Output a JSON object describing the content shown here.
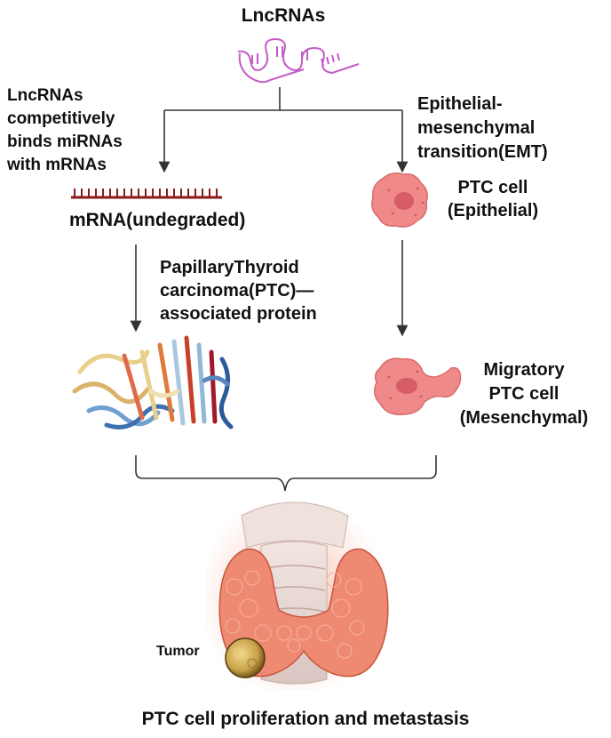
{
  "title": "LncRNAs",
  "left_branch": {
    "caption_lines": [
      "LncRNAs",
      "competitively",
      "binds miRNAs",
      "with mRNAs"
    ],
    "mrna_label": "mRNA(undegraded)",
    "protein_label_lines": [
      "PapillaryThyroid",
      "carcinoma(PTC)—",
      "associated protein"
    ]
  },
  "right_branch": {
    "emt_label_lines": [
      "Epithelial-",
      "mesenchymal",
      "transition(EMT)"
    ],
    "epithelial_label_lines": [
      "PTC cell",
      "(Epithelial)"
    ],
    "migratory_label_lines": [
      "Migratory",
      "PTC cell",
      "(Mesenchymal)"
    ]
  },
  "tumor_label": "Tumor",
  "outcome": "PTC cell proliferation and metastasis",
  "colors": {
    "lncrna": "#c45bc8",
    "mrna": "#8b1a1a",
    "cell": "#f08a8a",
    "cell_nucleus": "#d65c67",
    "arrow": "#333333",
    "thyroid": "#ee8a72",
    "tumor": "#c9a24a"
  },
  "icons": [
    "lncrna-hairpin-icon",
    "mrna-strand-icon",
    "protein-ribbon-icon",
    "epithelial-cell-icon",
    "mesenchymal-cell-icon",
    "thyroid-gland-icon",
    "tumor-nodule-icon"
  ]
}
